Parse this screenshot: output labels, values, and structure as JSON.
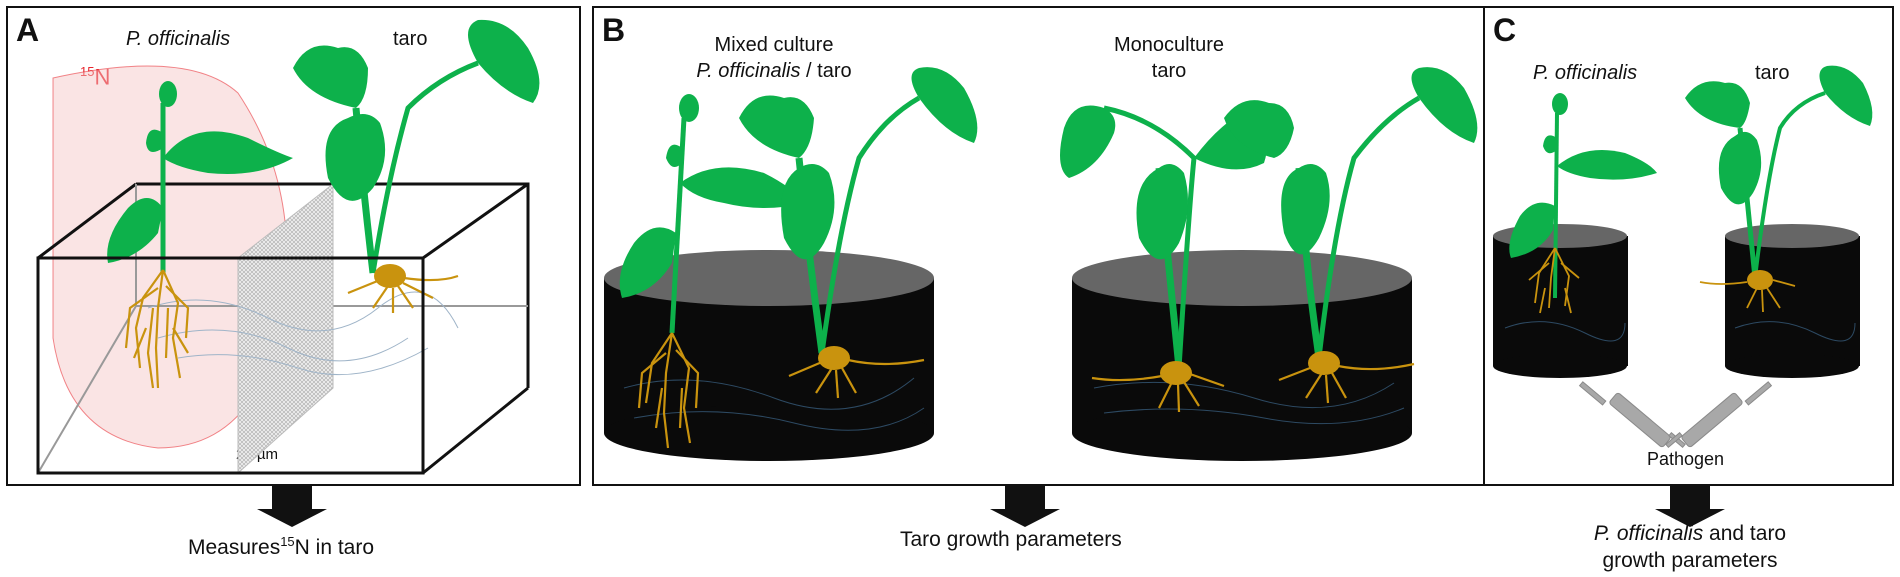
{
  "panels": {
    "a": {
      "letter": "A",
      "plant_left": "P. officinalis",
      "plant_right": "taro",
      "isotope_mass": "15",
      "isotope_symbol": "N",
      "mesh_label": "25 µm",
      "caption_prefix": "Measures",
      "caption_sup": "15",
      "caption_suffix": "N in taro"
    },
    "b": {
      "letter": "B",
      "left_title_line1": "Mixed culture",
      "left_title_italic": "P. officinalis",
      "left_title_rest": " / taro",
      "right_title_line1": "Monoculture",
      "right_title_line2": "taro",
      "caption": "Taro growth parameters"
    },
    "c": {
      "letter": "C",
      "plant_left": "P. officinalis",
      "plant_right": "taro",
      "pathogen_label": "Pathogen",
      "caption_italic": "P. officinalis",
      "caption_rest": " and taro",
      "caption_line2": "growth parameters"
    }
  },
  "colors": {
    "leaf": "#0db14b",
    "root": "#c9930e",
    "pot": "#0a0a0a",
    "pot_top": "#666666",
    "isotope_zone": "#f3c4c4",
    "isotope_text": "#e8262e",
    "syringe": "#a8a8a8"
  }
}
